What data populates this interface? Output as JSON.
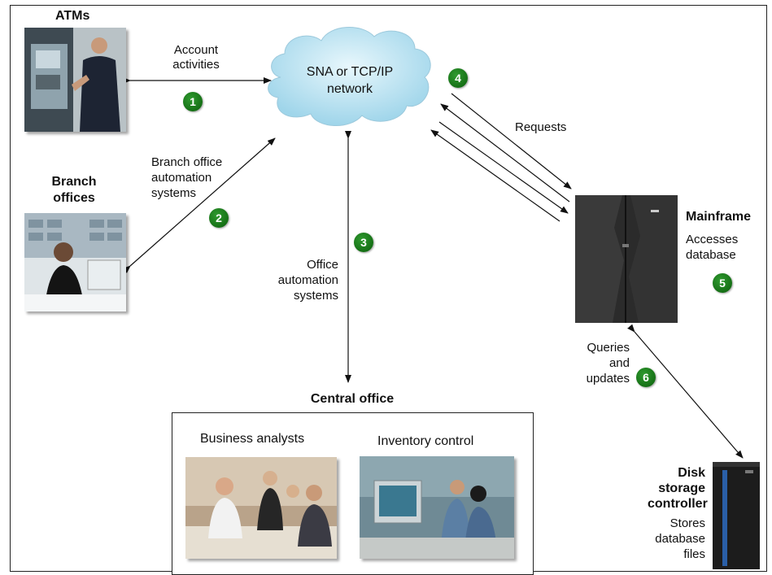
{
  "network": {
    "line1": "SNA or TCP/IP",
    "line2": "network"
  },
  "atms": {
    "title": "ATMs",
    "link_label_1": "Account",
    "link_label_2": "activities",
    "badge": "1"
  },
  "branch": {
    "title_1": "Branch",
    "title_2": "offices",
    "link_label_1": "Branch office",
    "link_label_2": "automation",
    "link_label_3": "systems",
    "badge": "2"
  },
  "office": {
    "label_1": "Office",
    "label_2": "automation",
    "label_3": "systems",
    "badge": "3"
  },
  "requests": {
    "label": "Requests",
    "badge": "4"
  },
  "mainframe": {
    "title": "Mainframe",
    "desc_1": "Accesses",
    "desc_2": "database",
    "badge": "5"
  },
  "queries": {
    "label_1": "Queries",
    "label_2": "and",
    "label_3": "updates",
    "badge": "6"
  },
  "central": {
    "title": "Central office",
    "analysts": "Business analysts",
    "inventory": "Inventory control"
  },
  "disk": {
    "title_1": "Disk",
    "title_2": "storage",
    "title_3": "controller",
    "desc_1": "Stores",
    "desc_2": "database",
    "desc_3": "files"
  },
  "colors": {
    "badge": "#1a7a1a",
    "cloud": "#bfe6f2",
    "mainframe": "#2b2b2b"
  }
}
